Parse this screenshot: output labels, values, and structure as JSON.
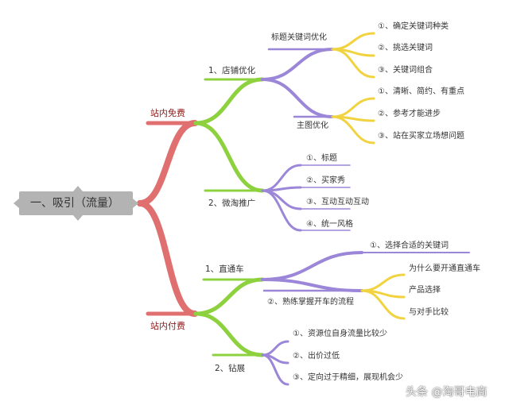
{
  "colors": {
    "red": "#e07070",
    "green": "#8ed13f",
    "purple": "#9b86d8",
    "yellow": "#f0d33e",
    "root_bg": "#b3b3b3"
  },
  "root": {
    "label": "一、吸引（流量）"
  },
  "free": {
    "label": "站内免费",
    "shop": {
      "label": "1、店铺优化",
      "title_opt": {
        "label": "标题关键词优化",
        "items": [
          "①、确定关键词种类",
          "②、挑选关键词",
          "③、关键词组合"
        ]
      },
      "main_img": {
        "label": "主图优化",
        "items": [
          "①、清晰、简约、有重点",
          "②、参考才能进步",
          "③、站在买家立场想问题"
        ]
      }
    },
    "weitao": {
      "label": "2、微淘推广",
      "items": [
        "①、标题",
        "②、买家秀",
        "③、互动互动互动",
        "④、统一风格"
      ]
    }
  },
  "paid": {
    "label": "站内付费",
    "ztc": {
      "label": "1、直通车",
      "keyword": "①、选择合适的关键词",
      "process": {
        "label": "②、熟练掌握开车的流程",
        "items": [
          "为什么要开通直通车",
          "产品选择",
          "与对手比较"
        ]
      }
    },
    "zuanzhan": {
      "label": "2、钻展",
      "items": [
        "①、资源位自身流量比较少",
        "②、出价过低",
        "③、定向过于精细，展现机会少"
      ]
    }
  },
  "watermark": "头条 @淘哥电商"
}
